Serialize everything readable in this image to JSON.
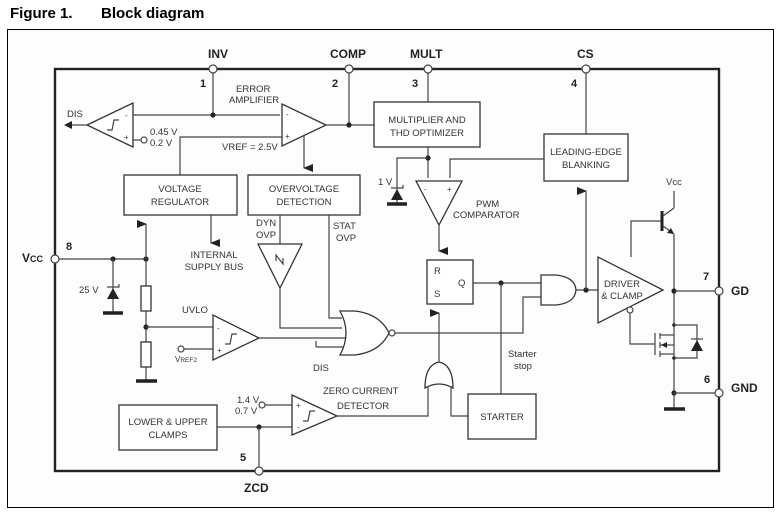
{
  "figure": {
    "number": "Figure 1.",
    "title": "Block diagram"
  },
  "pins": [
    {
      "id": "1",
      "name": "INV"
    },
    {
      "id": "2",
      "name": "COMP"
    },
    {
      "id": "3",
      "name": "MULT"
    },
    {
      "id": "4",
      "name": "CS"
    },
    {
      "id": "5",
      "name": "ZCD"
    },
    {
      "id": "6",
      "name": "GND"
    },
    {
      "id": "7",
      "name": "GD"
    },
    {
      "id": "8",
      "name": "Vcc"
    }
  ],
  "blocks": {
    "multiplier": [
      "MULTIPLIER AND",
      "THD OPTIMIZER"
    ],
    "leading_edge": [
      "LEADING-EDGE",
      "BLANKING"
    ],
    "voltage_regulator": [
      "VOLTAGE",
      "REGULATOR"
    ],
    "overvoltage": [
      "OVERVOLTAGE",
      "DETECTION"
    ],
    "lower_upper_clamps": [
      "LOWER & UPPER",
      "CLAMPS"
    ],
    "starter": "STARTER",
    "driver": [
      "DRIVER",
      "& CLAMP"
    ],
    "flipflop": {
      "r": "R",
      "s": "S",
      "q": "Q"
    }
  },
  "labels": {
    "error_amplifier": [
      "ERROR",
      "AMPLIFIER"
    ],
    "vref": "VREF = 2.5V",
    "dis_out": "DIS",
    "dis_thresholds": [
      "0.45 V",
      "0.2 V"
    ],
    "internal_supply": [
      "INTERNAL",
      "SUPPLY BUS"
    ],
    "dyn_ovp": [
      "DYN",
      "OVP"
    ],
    "stat_ovp": [
      "STAT",
      "OVP"
    ],
    "pwm_comparator": [
      "PWM",
      "COMPARATOR"
    ],
    "one_volt": "1 V",
    "zener_25v": "25 V",
    "uvlo": "UVLO",
    "vref2": "VREF2",
    "dis_in": "DIS",
    "zcd_detector": [
      "ZERO CURRENT",
      "DETECTOR"
    ],
    "zcd_thresholds": [
      "1.4 V",
      "0.7 V"
    ],
    "starter_stop": [
      "Starter",
      "stop"
    ],
    "vcc_top": "Vcc",
    "minus": "-",
    "plus": "+"
  }
}
